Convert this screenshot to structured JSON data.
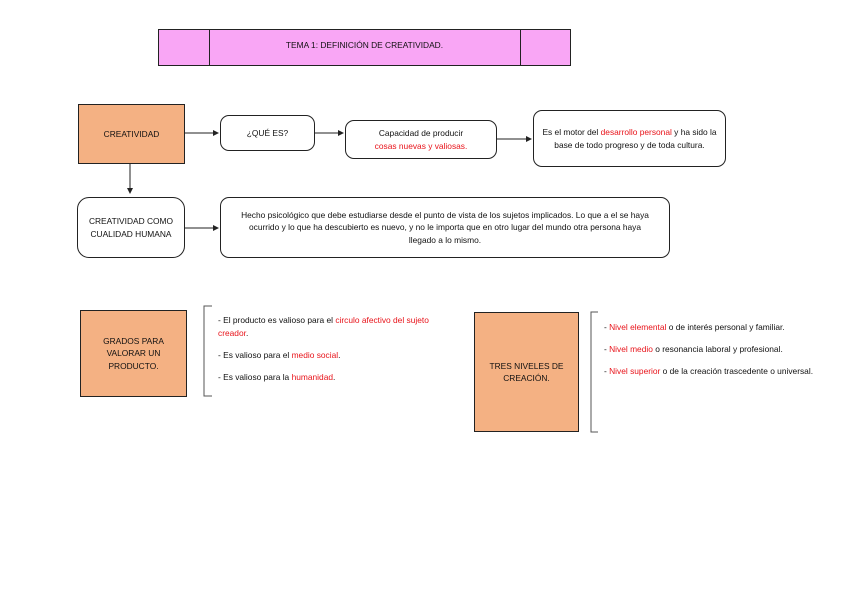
{
  "title": "TEMA 1: DEFINICIÓN DE CREATIVIDAD.",
  "nodes": {
    "creatividad": "CREATIVIDAD",
    "que_es": "¿QUÉ ES?",
    "capacidad": {
      "pre": "Capacidad de producir",
      "hl": "cosas nuevas y valiosas."
    },
    "motor": {
      "pre": "Es el motor del ",
      "hl": "desarrollo personal",
      "post": " y ha sido la base de todo progreso y de toda cultura."
    },
    "cualidad": "CREATIVIDAD COMO CUALIDAD HUMANA",
    "hecho": "Hecho psicológico que debe estudiarse desde el punto de vista de los sujetos implicados. Lo que a el se haya ocurrido y lo que ha descubierto es nuevo, y no le importa que en otro lugar del mundo otra persona haya llegado a lo mismo.",
    "grados": "GRADOS PARA VALORAR UN PRODUCTO.",
    "niveles": "TRES NIVELES DE CREACIÓN."
  },
  "grados_items": [
    {
      "pre": "- El producto es valioso para el ",
      "hl": "circulo afectivo del sujeto creador",
      "post": "."
    },
    {
      "pre": "- Es valioso para el ",
      "hl": "medio social",
      "post": "."
    },
    {
      "pre": "- Es valioso para la ",
      "hl": "humanidad",
      "post": "."
    }
  ],
  "niveles_items": [
    {
      "pre": "- ",
      "hl": "Nivel elemental",
      "post": " o de interés personal y familiar."
    },
    {
      "pre": "- ",
      "hl": "Nivel medio",
      "post": " o resonancia laboral y profesional."
    },
    {
      "pre": "- ",
      "hl": "Nivel superior",
      "post": " o de la creación trascedente o universal."
    }
  ],
  "colors": {
    "orange": "#f4b183",
    "title_pink": "#f9a6f5",
    "highlight_red": "#e8131a"
  }
}
